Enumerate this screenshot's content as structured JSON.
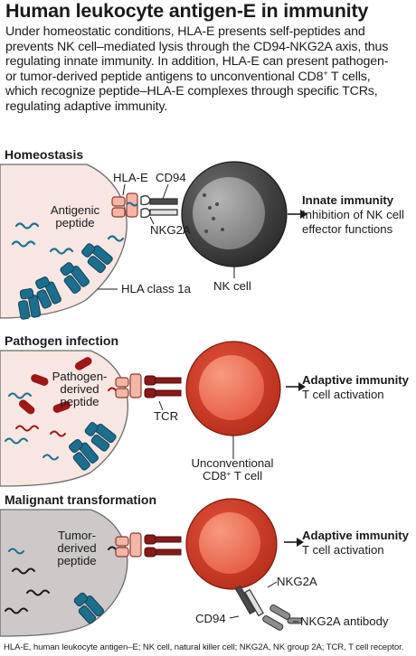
{
  "title": "Human leukocyte antigen-E in immunity",
  "intro": {
    "line1": "Under homeostatic conditions, HLA-E presents self-peptides and",
    "line2": "prevents NK cell–mediated lysis through the CD94-NKG2A axis, thus",
    "line3": "regulating innate immunity. In addition, HLA-E can present pathogen-",
    "line4_pre": "or tumor-derived peptide antigens to unconventional CD8",
    "line4_sup": "+",
    "line4_post": " T cells,",
    "line5": "which recognize peptide–HLA-E complexes through specific TCRs,",
    "line6": "regulating adaptive immunity."
  },
  "homeostasis": {
    "heading": "Homeostasis",
    "hla_e": "HLA-E",
    "cd94": "CD94",
    "nkg2a": "NKG2A",
    "peptide_line1": "Antigenic",
    "peptide_line2": "peptide",
    "hla_class": "HLA class 1a",
    "cell_label": "NK cell",
    "outcome_title": "Innate immunity",
    "outcome_line1": "Inhibition of NK cell",
    "outcome_line2": "effector functions"
  },
  "pathogen": {
    "heading": "Pathogen infection",
    "peptide_line1": "Pathogen-",
    "peptide_line2": "derived",
    "peptide_line3": "peptide",
    "tcr": "TCR",
    "cell_line1": "Unconventional",
    "cell_line2_pre": "CD8",
    "cell_line2_sup": "+",
    "cell_line2_post": " T cell",
    "outcome_title": "Adaptive immunity",
    "outcome_line1": "T cell activation"
  },
  "malignant": {
    "heading": "Malignant transformation",
    "peptide_line1": "Tumor-",
    "peptide_line2": "derived",
    "peptide_line3": "peptide",
    "nkg2a": "NKG2A",
    "cd94": "CD94",
    "antibody": "NKG2A antibody",
    "outcome_title": "Adaptive immunity",
    "outcome_line1": "T cell activation"
  },
  "footer": "HLA-E, human leukocyte antigen–E; NK cell, natural killer cell; NKG2A, NK group 2A;  TCR, T cell receptor.",
  "colors": {
    "host_cell_homeo": "#f7e6e1",
    "host_cell_path": "#f7e6e1",
    "host_cell_tumor": "#cfc8c8",
    "hla_blue": "#1d6e8c",
    "hla_e_fill": "#f4b6a6",
    "nk_dark": "#3c3c3c",
    "nk_nucleus": "#8c8c8c",
    "t_cell": "#c8311e",
    "t_nucleus": "#f0604a",
    "pathogen": "#9e1616",
    "tcr": "#8a1a1a"
  }
}
